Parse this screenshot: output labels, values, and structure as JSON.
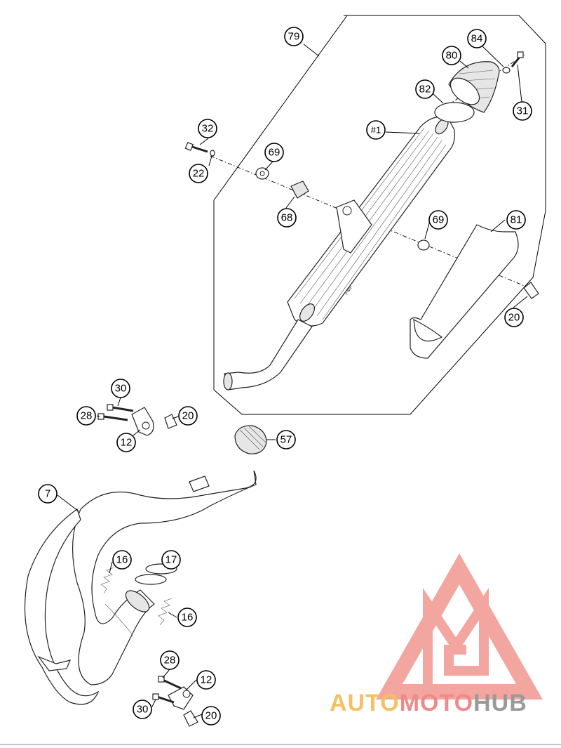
{
  "callouts": [
    {
      "id": "c79",
      "label": "79"
    },
    {
      "id": "c84",
      "label": "84"
    },
    {
      "id": "c80",
      "label": "80"
    },
    {
      "id": "c82",
      "label": "82"
    },
    {
      "id": "c31",
      "label": "31"
    },
    {
      "id": "c1",
      "label": "#1"
    },
    {
      "id": "c32",
      "label": "32"
    },
    {
      "id": "c22",
      "label": "22"
    },
    {
      "id": "c69a",
      "label": "69"
    },
    {
      "id": "c68",
      "label": "68"
    },
    {
      "id": "c69b",
      "label": "69"
    },
    {
      "id": "c81",
      "label": "81"
    },
    {
      "id": "c20a",
      "label": "20"
    },
    {
      "id": "c30a",
      "label": "30"
    },
    {
      "id": "c28a",
      "label": "28"
    },
    {
      "id": "c20b",
      "label": "20"
    },
    {
      "id": "c12a",
      "label": "12"
    },
    {
      "id": "c57",
      "label": "57"
    },
    {
      "id": "c7",
      "label": "7"
    },
    {
      "id": "c16a",
      "label": "16"
    },
    {
      "id": "c17",
      "label": "17"
    },
    {
      "id": "c16b",
      "label": "16"
    },
    {
      "id": "c28b",
      "label": "28"
    },
    {
      "id": "c12b",
      "label": "12"
    },
    {
      "id": "c30b",
      "label": "30"
    },
    {
      "id": "c20c",
      "label": "20"
    }
  ],
  "watermark": {
    "text_auto": "AUTO",
    "text_moto": "MOTO",
    "text_hub": "HUB",
    "color_auto": "#f5c063",
    "color_moto": "#f08a8a",
    "color_hub": "#9a9a9a",
    "triangle_color": "#f29c95"
  },
  "muffler_mark": "FMF"
}
